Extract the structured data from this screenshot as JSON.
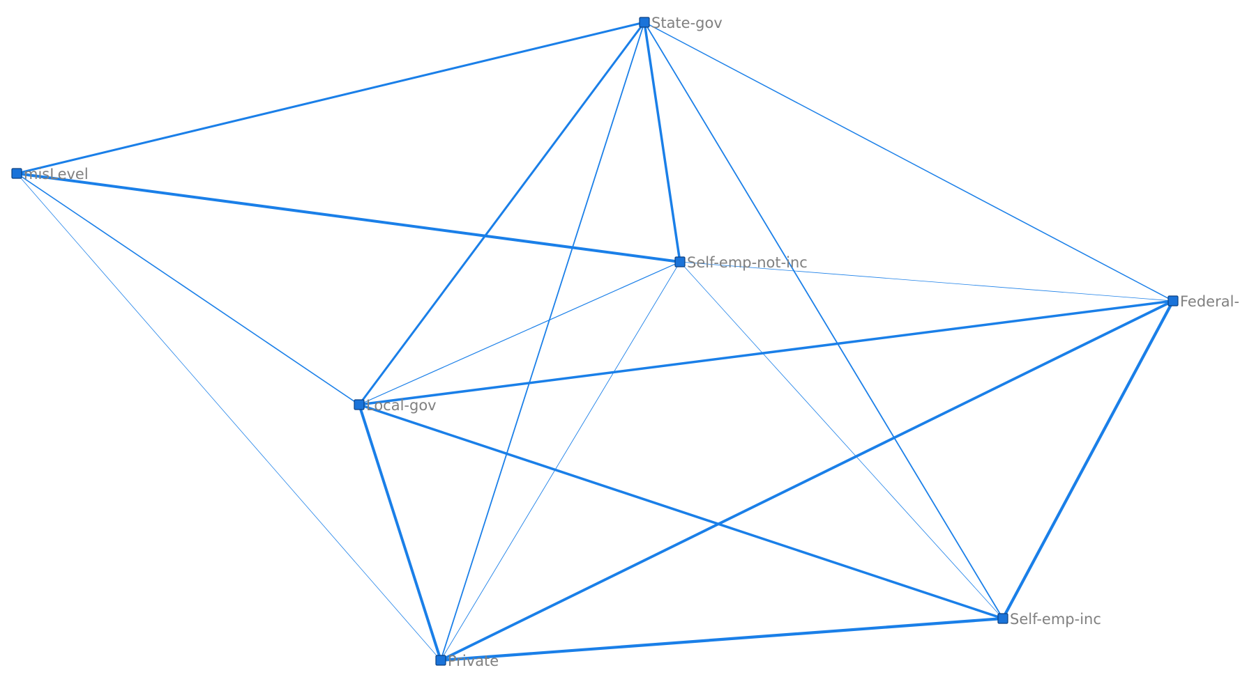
{
  "graph": {
    "nodes": [
      {
        "id": "state-gov",
        "label": "State-gov"
      },
      {
        "id": "mislevel",
        "label": "misLevel"
      },
      {
        "id": "self-emp-not-inc",
        "label": "Self-emp-not-inc"
      },
      {
        "id": "federal",
        "label": "Federal-"
      },
      {
        "id": "local-gov",
        "label": "Local-gov"
      },
      {
        "id": "self-emp-inc",
        "label": "Self-emp-inc"
      },
      {
        "id": "private",
        "label": "Private"
      }
    ],
    "edges": [
      {
        "from": "mislevel",
        "to": "state-gov",
        "weight": 3
      },
      {
        "from": "mislevel",
        "to": "self-emp-not-inc",
        "weight": 4
      },
      {
        "from": "mislevel",
        "to": "local-gov",
        "weight": 1.6
      },
      {
        "from": "mislevel",
        "to": "private",
        "weight": 0.8
      },
      {
        "from": "state-gov",
        "to": "self-emp-not-inc",
        "weight": 3.5
      },
      {
        "from": "state-gov",
        "to": "federal",
        "weight": 1.5
      },
      {
        "from": "state-gov",
        "to": "local-gov",
        "weight": 3
      },
      {
        "from": "state-gov",
        "to": "private",
        "weight": 1.8
      },
      {
        "from": "state-gov",
        "to": "self-emp-inc",
        "weight": 1.8
      },
      {
        "from": "self-emp-not-inc",
        "to": "local-gov",
        "weight": 1.2
      },
      {
        "from": "self-emp-not-inc",
        "to": "private",
        "weight": 0.9
      },
      {
        "from": "self-emp-not-inc",
        "to": "self-emp-inc",
        "weight": 0.8
      },
      {
        "from": "self-emp-not-inc",
        "to": "federal",
        "weight": 0.8
      },
      {
        "from": "federal",
        "to": "local-gov",
        "weight": 3.5
      },
      {
        "from": "federal",
        "to": "private",
        "weight": 3.8
      },
      {
        "from": "federal",
        "to": "self-emp-inc",
        "weight": 4.2
      },
      {
        "from": "local-gov",
        "to": "self-emp-inc",
        "weight": 3.5
      },
      {
        "from": "local-gov",
        "to": "private",
        "weight": 4
      },
      {
        "from": "private",
        "to": "self-emp-inc",
        "weight": 4.2
      }
    ]
  }
}
